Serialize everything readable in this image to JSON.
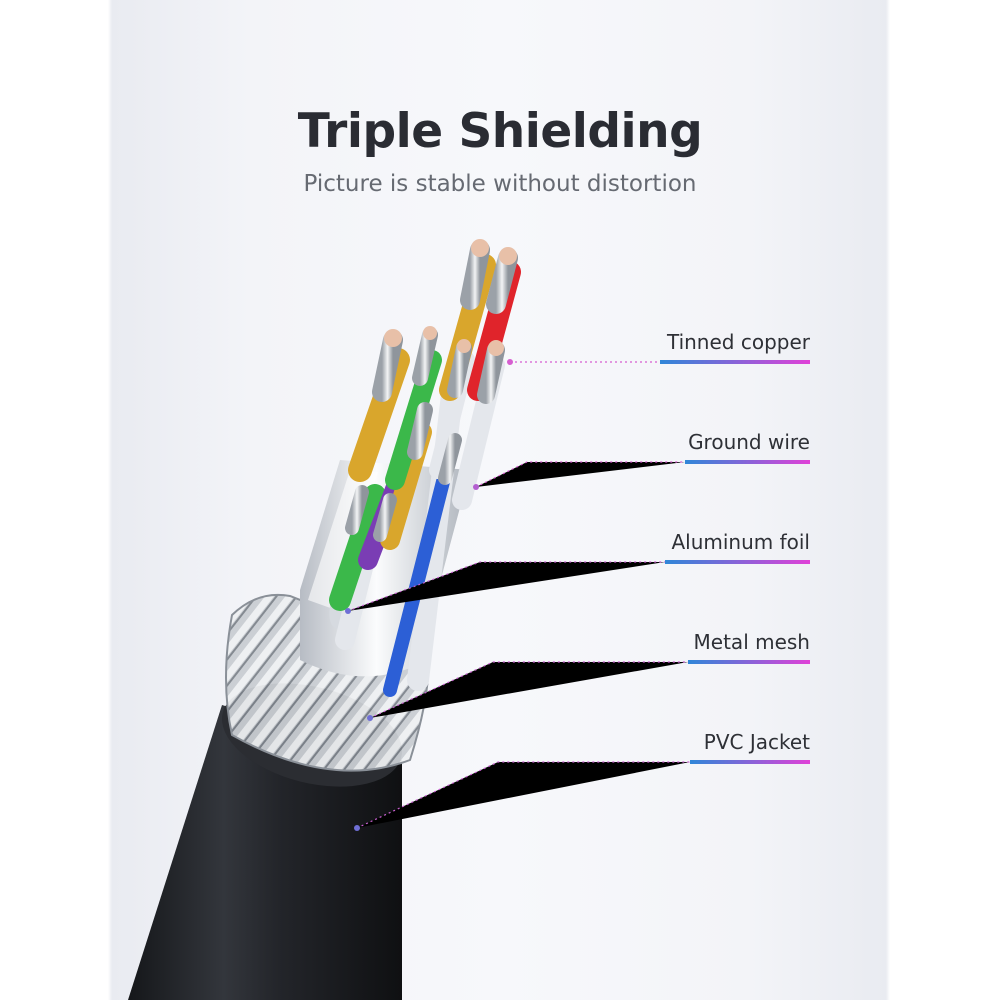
{
  "header": {
    "title": "Triple Shielding",
    "subtitle": "Picture is stable without distortion"
  },
  "callouts": [
    {
      "id": "tinned-copper",
      "label": "Tinned copper"
    },
    {
      "id": "ground-wire",
      "label": "Ground wire"
    },
    {
      "id": "aluminum-foil",
      "label": "Aluminum foil"
    },
    {
      "id": "metal-mesh",
      "label": "Metal mesh"
    },
    {
      "id": "pvc-jacket",
      "label": "PVC Jacket"
    }
  ],
  "colors": {
    "accent_start": "#2f86d8",
    "accent_end": "#e041d8",
    "jacket": "#1e2024",
    "wire_yellow": "#d9a62c",
    "wire_red": "#e0242b",
    "wire_green": "#3bb84a",
    "wire_purple": "#7a3db4",
    "wire_blue": "#2c5fd6",
    "wire_white": "#e4e7ec"
  }
}
